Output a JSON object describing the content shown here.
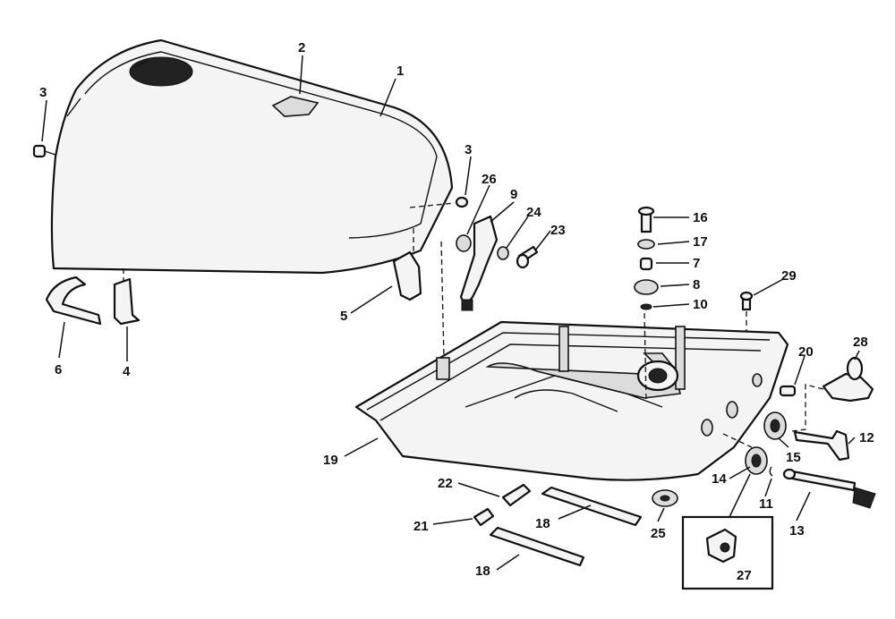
{
  "callouts": {
    "c1": "1",
    "c2": "2",
    "c3a": "3",
    "c3b": "3",
    "c4": "4",
    "c5": "5",
    "c6": "6",
    "c7": "7",
    "c8": "8",
    "c9": "9",
    "c10": "10",
    "c11": "11",
    "c12": "12",
    "c13": "13",
    "c14": "14",
    "c15": "15",
    "c16": "16",
    "c17": "17",
    "c18a": "18",
    "c18b": "18",
    "c19": "19",
    "c20": "20",
    "c21": "21",
    "c22": "22",
    "c23": "23",
    "c24": "24",
    "c25": "25",
    "c26": "26",
    "c27": "27",
    "c28": "28",
    "c29": "29"
  }
}
